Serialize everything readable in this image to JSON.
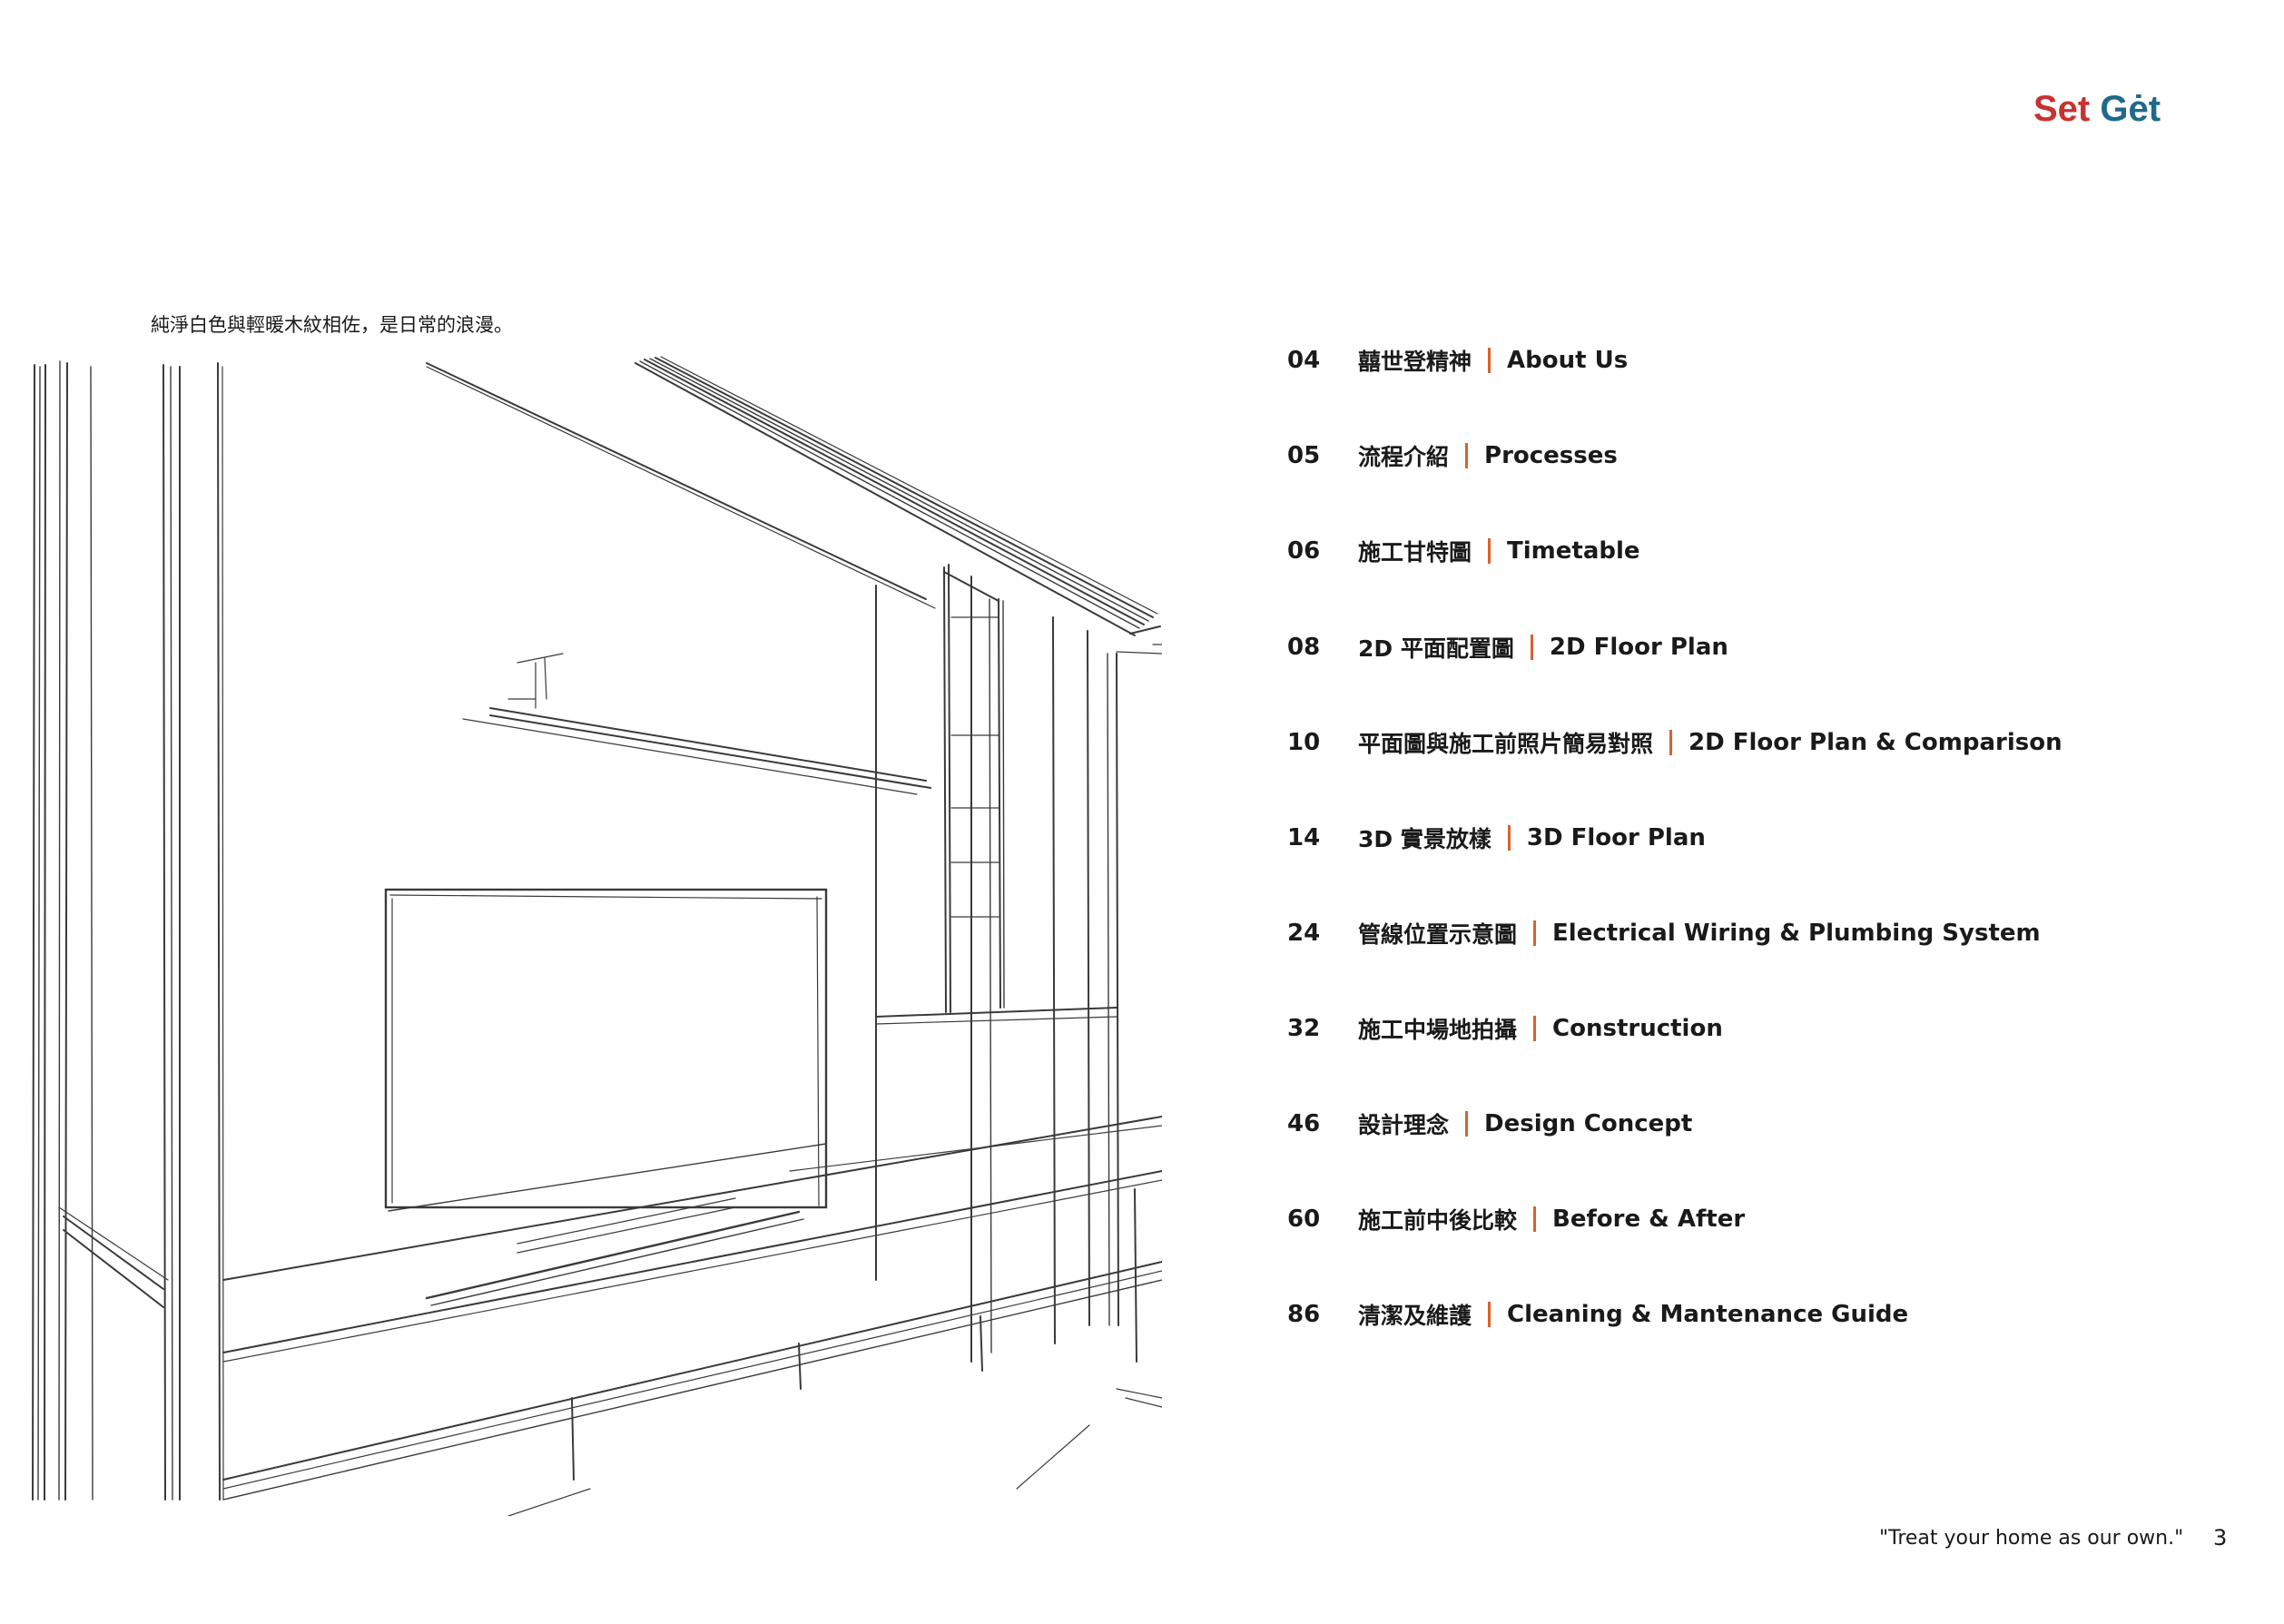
{
  "brand": {
    "set": "Set",
    "get": "Gėt",
    "colors": {
      "set": "#c8322f",
      "get": "#1f6a8a",
      "accent": "#d9622b"
    }
  },
  "caption": "純淨白色與輕暖木紋相佐，是日常的浪漫。",
  "toc": [
    {
      "num": "04",
      "zh": "囍世登精神",
      "en": "About Us"
    },
    {
      "num": "05",
      "zh": "流程介紹",
      "en": "Processes"
    },
    {
      "num": "06",
      "zh": "施工甘特圖",
      "en": "Timetable"
    },
    {
      "num": "08",
      "zh": "2D 平面配置圖",
      "en": "2D Floor Plan"
    },
    {
      "num": "10",
      "zh": "平面圖與施工前照片簡易對照",
      "en": "2D Floor Plan & Comparison"
    },
    {
      "num": "14",
      "zh": "3D 實景放樣",
      "en": "3D Floor Plan"
    },
    {
      "num": "24",
      "zh": "管線位置示意圖",
      "en": "Electrical Wiring & Plumbing System"
    },
    {
      "num": "32",
      "zh": "施工中場地拍攝",
      "en": "Construction"
    },
    {
      "num": "46",
      "zh": "設計理念",
      "en": "Design Concept"
    },
    {
      "num": "60",
      "zh": "施工前中後比較",
      "en": "Before & After"
    },
    {
      "num": "86",
      "zh": "清潔及維護",
      "en": "Cleaning & Mantenance Guide"
    }
  ],
  "footer": {
    "quote": "\"Treat your home as our own.\"",
    "page": "3"
  },
  "icons": {
    "illustration": "interior-sketch-illustration"
  }
}
